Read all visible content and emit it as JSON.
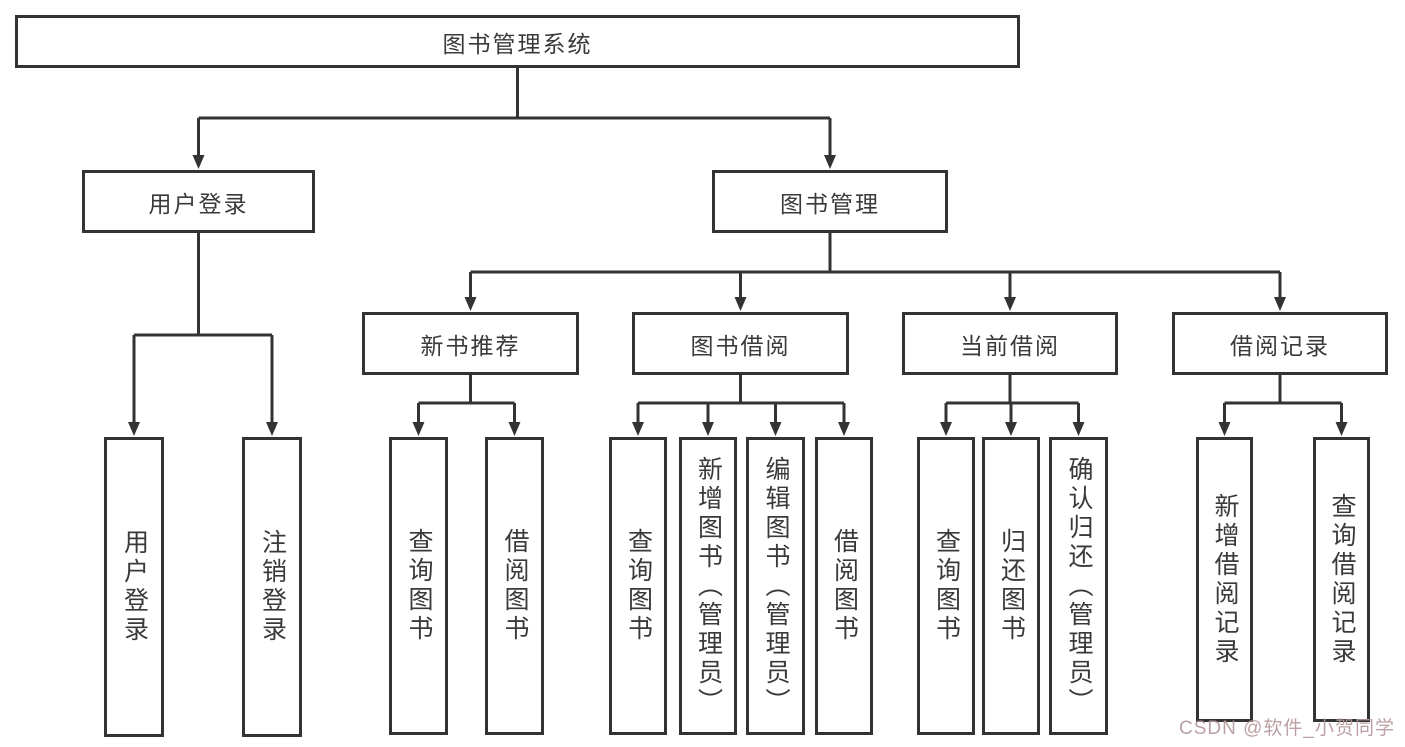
{
  "title": "图书管理系统",
  "watermark": "CSDN @软件_小贺同学",
  "colors": {
    "line": "#333333",
    "text": "#3a3a3a",
    "background": "#ffffff",
    "watermark": "#b4969b"
  },
  "nodes": {
    "root": {
      "label": "图书管理系统"
    },
    "user_login": {
      "label": "用户登录"
    },
    "book_mgmt": {
      "label": "图书管理"
    },
    "new_book_rec": {
      "label": "新书推荐"
    },
    "book_borrow": {
      "label": "图书借阅"
    },
    "current_borrow": {
      "label": "当前借阅"
    },
    "borrow_history": {
      "label": "借阅记录"
    },
    "login": {
      "label": "用户登录"
    },
    "logout": {
      "label": "注销登录"
    },
    "rec_query": {
      "label": "查询图书"
    },
    "rec_borrow": {
      "label": "借阅图书"
    },
    "bb_query": {
      "label": "查询图书"
    },
    "bb_add": {
      "label": "新增图书（管理员）"
    },
    "bb_edit": {
      "label": "编辑图书（管理员）"
    },
    "bb_borrow": {
      "label": "借阅图书"
    },
    "cb_query": {
      "label": "查询图书"
    },
    "cb_return": {
      "label": "归还图书"
    },
    "cb_confirm": {
      "label": "确认归还（管理员）"
    },
    "bh_add": {
      "label": "新增借阅记录"
    },
    "bh_query": {
      "label": "查询借阅记录"
    }
  },
  "edges": [
    {
      "from": "root",
      "to": [
        "user_login",
        "book_mgmt"
      ]
    },
    {
      "from": "user_login",
      "to": [
        "login",
        "logout"
      ]
    },
    {
      "from": "book_mgmt",
      "to": [
        "new_book_rec",
        "book_borrow",
        "current_borrow",
        "borrow_history"
      ]
    },
    {
      "from": "new_book_rec",
      "to": [
        "rec_query",
        "rec_borrow"
      ]
    },
    {
      "from": "book_borrow",
      "to": [
        "bb_query",
        "bb_add",
        "bb_edit",
        "bb_borrow"
      ]
    },
    {
      "from": "current_borrow",
      "to": [
        "cb_query",
        "cb_return",
        "cb_confirm"
      ]
    },
    {
      "from": "borrow_history",
      "to": [
        "bh_add",
        "bh_query"
      ]
    }
  ]
}
